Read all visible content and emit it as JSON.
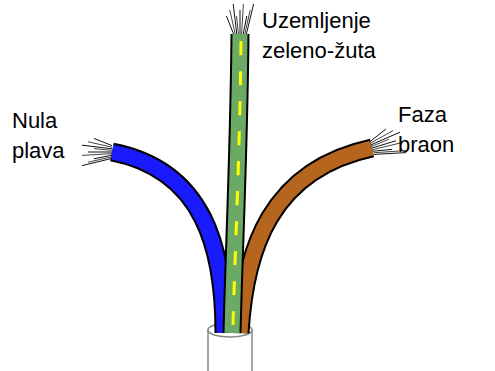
{
  "diagram": {
    "labels": [
      "Uzemljenje zeleno-žuta",
      "Nula plava",
      "Faza braon"
    ]
  }
}
